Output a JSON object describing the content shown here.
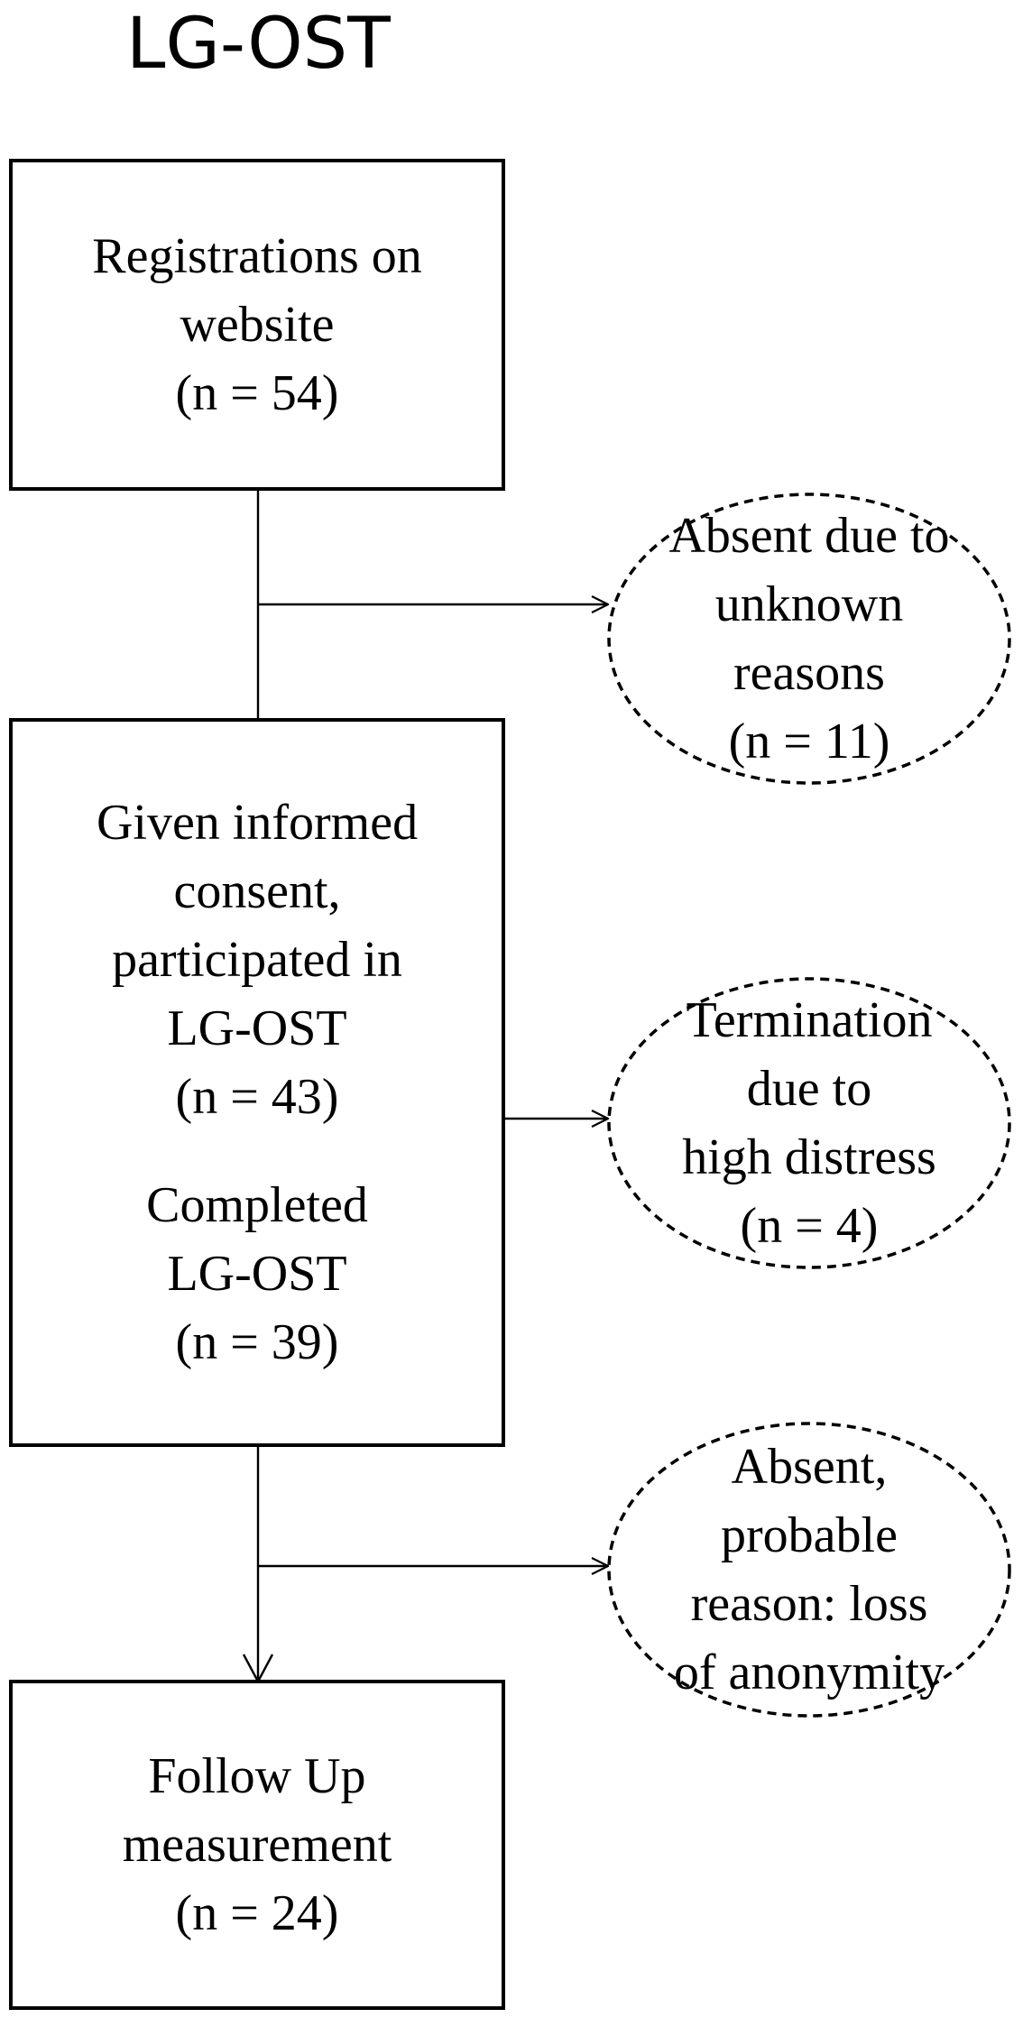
{
  "diagram": {
    "title": "LG-OST",
    "boxes": {
      "registrations": [
        "Registrations on",
        "website",
        "(n = 54)"
      ],
      "consent": {
        "participated": [
          "Given informed",
          "consent,",
          "participated in",
          "LG-OST",
          "(n = 43)"
        ],
        "completed": [
          "Completed",
          "LG-OST",
          "(n = 39)"
        ]
      },
      "followup": [
        "Follow Up",
        "measurement",
        "(n = 24)"
      ]
    },
    "exclusions": {
      "unknown": [
        "Absent due to",
        "unknown",
        "reasons",
        "(n = 11)"
      ],
      "distress": [
        "Termination",
        "due to",
        "high distress",
        "(n = 4)"
      ],
      "anonymity": [
        "Absent,",
        "probable",
        "reason: loss",
        "of anonymity"
      ]
    }
  }
}
